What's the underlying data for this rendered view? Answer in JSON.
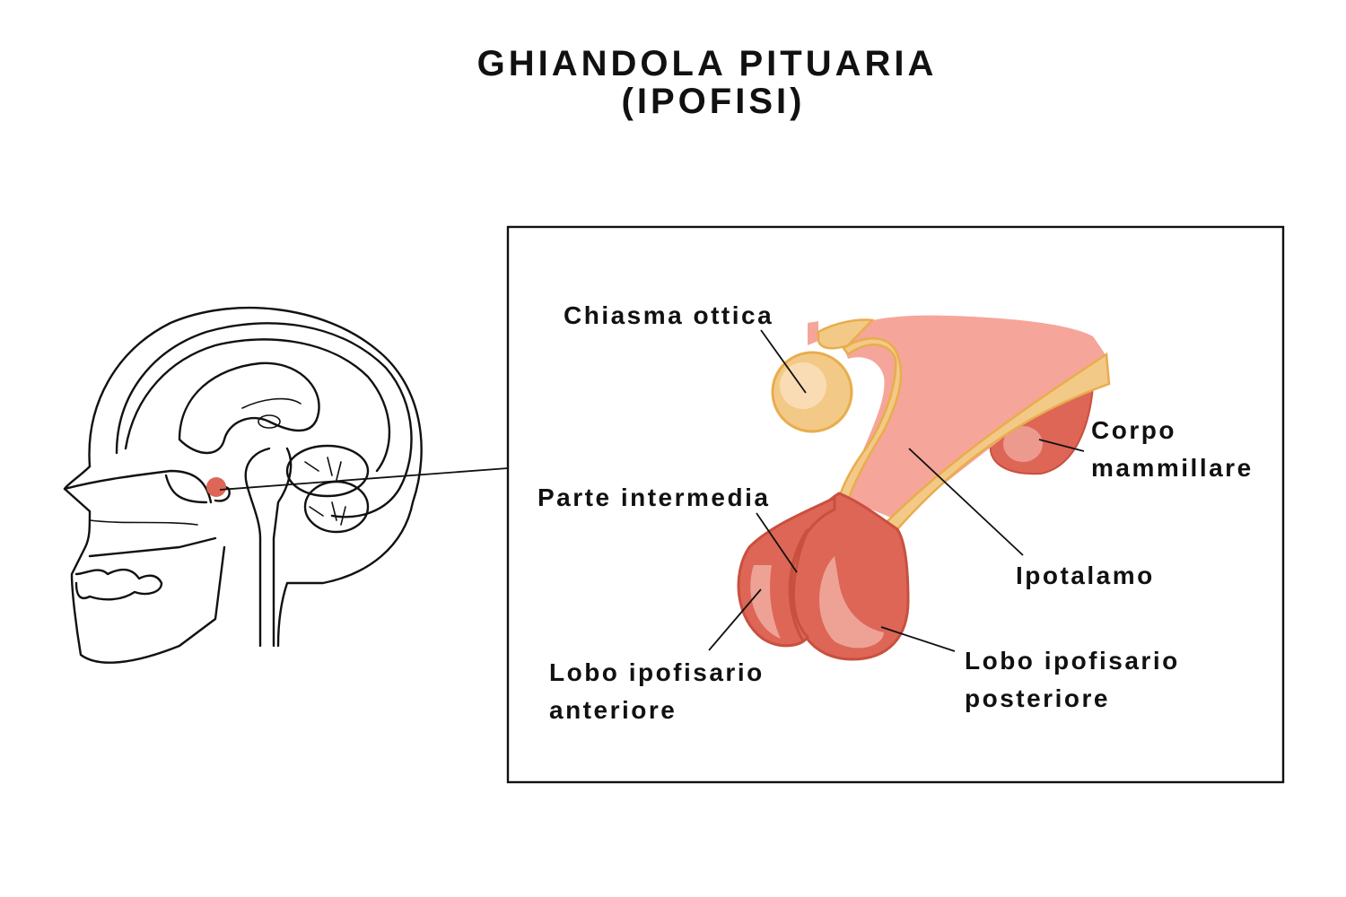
{
  "title": {
    "line1": "GHIANDOLA PITUARIA",
    "line2": "(IPOFISI)"
  },
  "labels": {
    "chiasma": "Chiasma ottica",
    "corpo_1": "Corpo",
    "corpo_2": "mammillare",
    "parte": "Parte intermedia",
    "ipotalamo": "Ipotalamo",
    "anteriore_1": "Lobo ipofisario",
    "anteriore_2": "anteriore",
    "posteriore_1": "Lobo ipofisario",
    "posteriore_2": "posteriore"
  },
  "colors": {
    "hypothalamus": "#f6a59a",
    "optic": "#f3c987",
    "optic_outline": "#e8ad4c",
    "gland": "#dd6656",
    "gland_light": "#f0a89c",
    "gland_outline": "#c9503f"
  }
}
